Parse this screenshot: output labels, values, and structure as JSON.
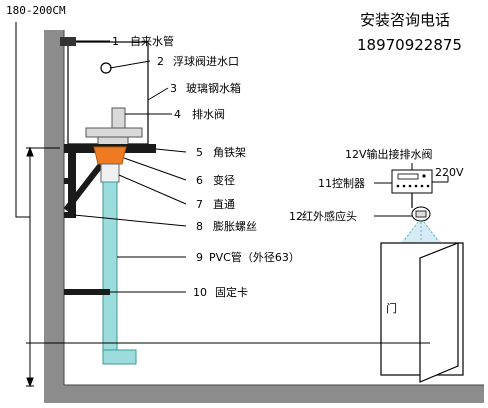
{
  "dimension_label": "180-200CM",
  "contact": {
    "title": "安装咨询电话",
    "phone": "18970922875"
  },
  "parts": [
    {
      "num": "1",
      "name": "自来水管"
    },
    {
      "num": "2",
      "name": "浮球阀进水口"
    },
    {
      "num": "3",
      "name": "玻璃钢水箱"
    },
    {
      "num": "4",
      "name": "排水阀"
    },
    {
      "num": "5",
      "name": "角铁架"
    },
    {
      "num": "6",
      "name": "变径"
    },
    {
      "num": "7",
      "name": "直通"
    },
    {
      "num": "8",
      "name": "膨胀螺丝"
    },
    {
      "num": "9",
      "name": "PVC管（外径63）"
    },
    {
      "num": "10",
      "name": "固定卡"
    },
    {
      "num": "11",
      "name": "控制器"
    },
    {
      "num": "12",
      "name": "红外感应头"
    }
  ],
  "valve_output_label": "12V输出接排水阀",
  "voltage_label": "220V",
  "door_label": "门"
}
